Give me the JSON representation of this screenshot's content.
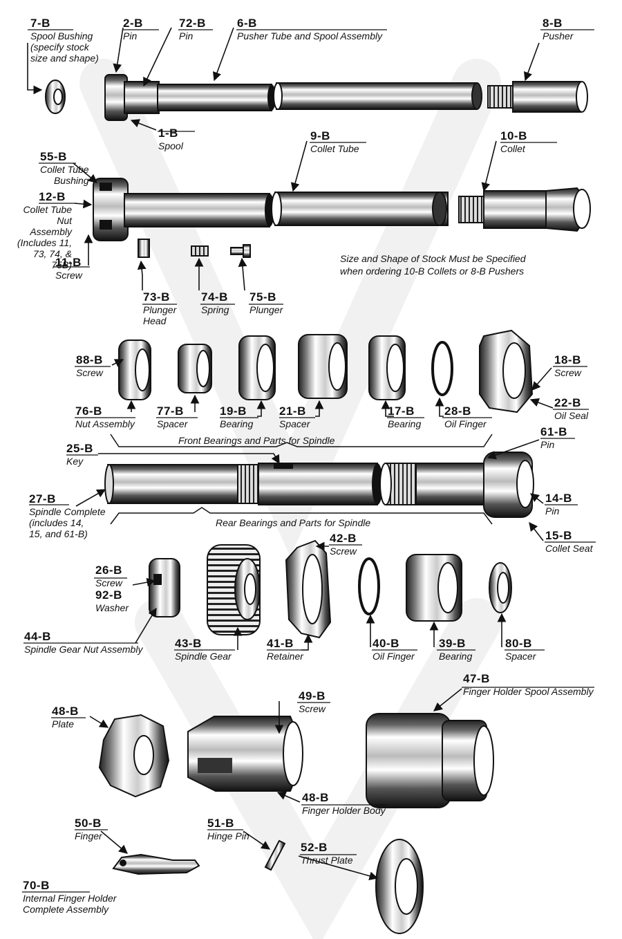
{
  "parts": [
    {
      "id": "7b",
      "number": "7-B",
      "name": "Spool Bushing\n(specify stock\nsize and shape)"
    },
    {
      "id": "2b",
      "number": "2-B",
      "name": "Pin"
    },
    {
      "id": "72b",
      "number": "72-B",
      "name": "Pin"
    },
    {
      "id": "6b",
      "number": "6-B",
      "name": "Pusher Tube and Spool Assembly"
    },
    {
      "id": "8b",
      "number": "8-B",
      "name": "Pusher"
    },
    {
      "id": "1b",
      "number": "1-B",
      "name": "Spool"
    },
    {
      "id": "55b",
      "number": "55-B",
      "name": "Collet Tube\nBushing"
    },
    {
      "id": "9b",
      "number": "9-B",
      "name": "Collet Tube"
    },
    {
      "id": "10b",
      "number": "10-B",
      "name": "Collet"
    },
    {
      "id": "12b",
      "number": "12-B",
      "name": "Collet Tube\nNut Assembly\n(Includes 11,\n73, 74, & 75B)"
    },
    {
      "id": "11b",
      "number": "11-B",
      "name": "Screw"
    },
    {
      "id": "73b",
      "number": "73-B",
      "name": "Plunger\nHead"
    },
    {
      "id": "74b",
      "number": "74-B",
      "name": "Spring"
    },
    {
      "id": "75b",
      "number": "75-B",
      "name": "Plunger"
    },
    {
      "id": "88b",
      "number": "88-B",
      "name": "Screw"
    },
    {
      "id": "18b",
      "number": "18-B",
      "name": "Screw"
    },
    {
      "id": "76b",
      "number": "76-B",
      "name": "Nut Assembly"
    },
    {
      "id": "77b",
      "number": "77-B",
      "name": "Spacer"
    },
    {
      "id": "19b",
      "number": "19-B",
      "name": "Bearing"
    },
    {
      "id": "21b",
      "number": "21-B",
      "name": "Spacer"
    },
    {
      "id": "17b",
      "number": "17-B",
      "name": "Bearing"
    },
    {
      "id": "28b",
      "number": "28-B",
      "name": "Oil Finger"
    },
    {
      "id": "22b",
      "number": "22-B",
      "name": "Oil Seal"
    },
    {
      "id": "25b",
      "number": "25-B",
      "name": "Key"
    },
    {
      "id": "61b",
      "number": "61-B",
      "name": "Pin"
    },
    {
      "id": "27b",
      "number": "27-B",
      "name": "Spindle Complete\n(includes 14,\n15, and 61-B)"
    },
    {
      "id": "14b",
      "number": "14-B",
      "name": "Pin"
    },
    {
      "id": "15b",
      "number": "15-B",
      "name": "Collet Seat"
    },
    {
      "id": "42b",
      "number": "42-B",
      "name": "Screw"
    },
    {
      "id": "26b",
      "number": "26-B",
      "name": "Screw"
    },
    {
      "id": "92b",
      "number": "92-B",
      "name": "Washer"
    },
    {
      "id": "44b",
      "number": "44-B",
      "name": "Spindle Gear Nut Assembly"
    },
    {
      "id": "43b",
      "number": "43-B",
      "name": "Spindle Gear"
    },
    {
      "id": "41b",
      "number": "41-B",
      "name": "Retainer"
    },
    {
      "id": "40b",
      "number": "40-B",
      "name": "Oil Finger"
    },
    {
      "id": "39b",
      "number": "39-B",
      "name": "Bearing"
    },
    {
      "id": "80b",
      "number": "80-B",
      "name": "Spacer"
    },
    {
      "id": "47b",
      "number": "47-B",
      "name": "Finger Holder Spool Assembly"
    },
    {
      "id": "48b_plate",
      "number": "48-B",
      "name": "Plate"
    },
    {
      "id": "49b",
      "number": "49-B",
      "name": "Screw"
    },
    {
      "id": "48b_body",
      "number": "48-B",
      "name": "Finger Holder Body"
    },
    {
      "id": "50b",
      "number": "50-B",
      "name": "Finger"
    },
    {
      "id": "51b",
      "number": "51-B",
      "name": "Hinge Pin"
    },
    {
      "id": "52b",
      "number": "52-B",
      "name": "Thrust Plate"
    },
    {
      "id": "70b",
      "number": "70-B",
      "name": "Internal Finger Holder\nComplete Assembly"
    }
  ],
  "note": "Size and Shape of Stock Must be Specified\nwhen ordering 10-B Collets or 8-B Pushers",
  "sections": {
    "front": "Front Bearings and Parts for Spindle",
    "rear": "Rear Bearings and Parts for Spindle"
  },
  "colors": {
    "ink": "#111111",
    "watermark": "#f1f1f1",
    "metal_light": "#ffffff",
    "metal_dark": "#222222"
  }
}
